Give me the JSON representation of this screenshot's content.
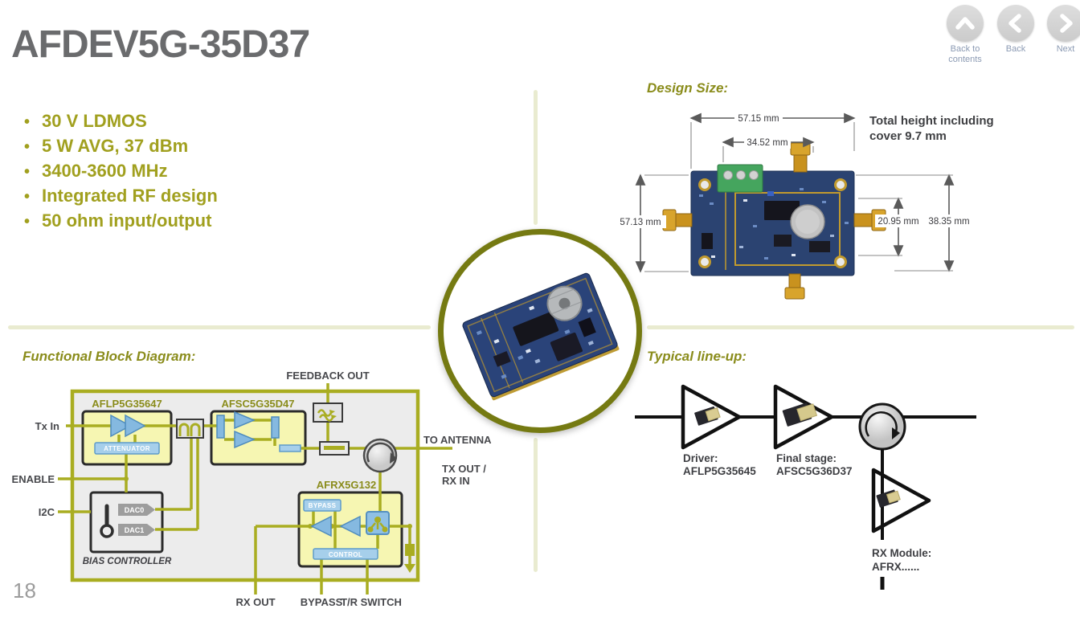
{
  "slide": {
    "title": "AFDEV5G-35D37",
    "page_number": "18"
  },
  "nav": {
    "back_to_contents": "Back to contents",
    "back": "Back",
    "next": "Next"
  },
  "bullets": [
    "30 V LDMOS",
    "5 W AVG, 37 dBm",
    "3400-3600 MHz",
    "Integrated RF design",
    "50 ohm input/output"
  ],
  "design_size": {
    "heading": "Design Size:",
    "total_height_note": "Total height including cover 9.7 mm",
    "width_outer": "57.15 mm",
    "width_inner": "34.52 mm",
    "height_left": "57.13 mm",
    "height_inner": "20.95 mm",
    "height_outer": "38.35 mm"
  },
  "block_diagram": {
    "heading": "Functional Block Diagram:",
    "driver_block": "AFLP5G35647",
    "final_block": "AFSC5G35D47",
    "rx_block": "AFRX5G132",
    "bias_label": "BIAS CONTROLLER",
    "attenuator_bar": "ATTENUATOR",
    "bypass_bar": "BYPASS",
    "control_bar": "CONTROL",
    "dac0": "DAC0",
    "dac1": "DAC1",
    "tx_in": "Tx In",
    "enable": "ENABLE",
    "i2c": "I2C",
    "feedback_out": "FEEDBACK OUT",
    "to_antenna": "TO ANTENNA",
    "tx_out": "TX OUT /",
    "rx_in": "RX IN",
    "rx_out": "RX OUT",
    "bypass_port": "BYPASS",
    "tr_switch_port": "T/R SWITCH"
  },
  "lineup": {
    "heading": "Typical line-up:",
    "driver_label": "Driver:",
    "driver_part": "AFLP5G35645",
    "final_label": "Final stage:",
    "final_part": "AFSC5G36D37",
    "rx_label": "RX Module:",
    "rx_part": "AFRX......"
  },
  "colors": {
    "accent_olive": "#8a8c1b",
    "bullet_olive": "#a1a01f",
    "diagram_line": "#a9ad21",
    "divider": "#e9ebd0",
    "title_gray": "#6a6b6d",
    "nav_label": "#8b9ab3",
    "panel_gray": "#ececec",
    "block_yellow": "#f6f6b2"
  }
}
